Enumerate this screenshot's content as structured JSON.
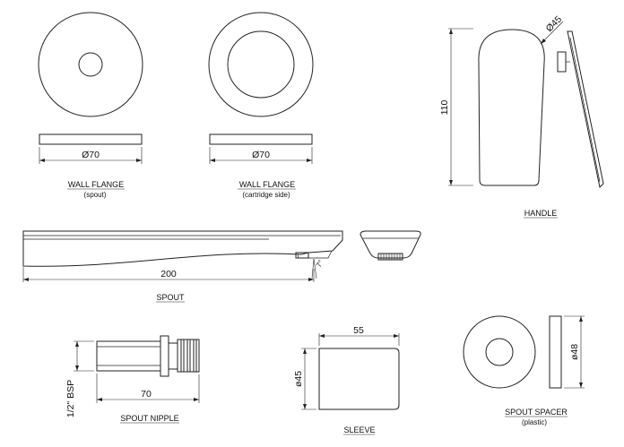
{
  "labels": {
    "wall_flange_spout_title": "WALL FLANGE",
    "wall_flange_spout_sub": "(spout)",
    "wall_flange_cart_title": "WALL FLANGE",
    "wall_flange_cart_sub": "(cartridge side)",
    "handle": "HANDLE",
    "spout": "SPOUT",
    "spout_nipple": "SPOUT NIPPLE",
    "sleeve": "SLEEVE",
    "spout_spacer_title": "SPOUT SPACER",
    "spout_spacer_sub": "(plastic)"
  },
  "dimensions": {
    "flange_spout_dia": "Ø70",
    "flange_cart_dia": "Ø70",
    "handle_dia": "Ø45",
    "handle_height": "110",
    "spout_length": "200",
    "spout_angle": "7°",
    "nipple_thread": "1/2\" BSP",
    "nipple_length": "70",
    "sleeve_length": "55",
    "sleeve_dia": "ø45",
    "spacer_dia": "ø48"
  }
}
